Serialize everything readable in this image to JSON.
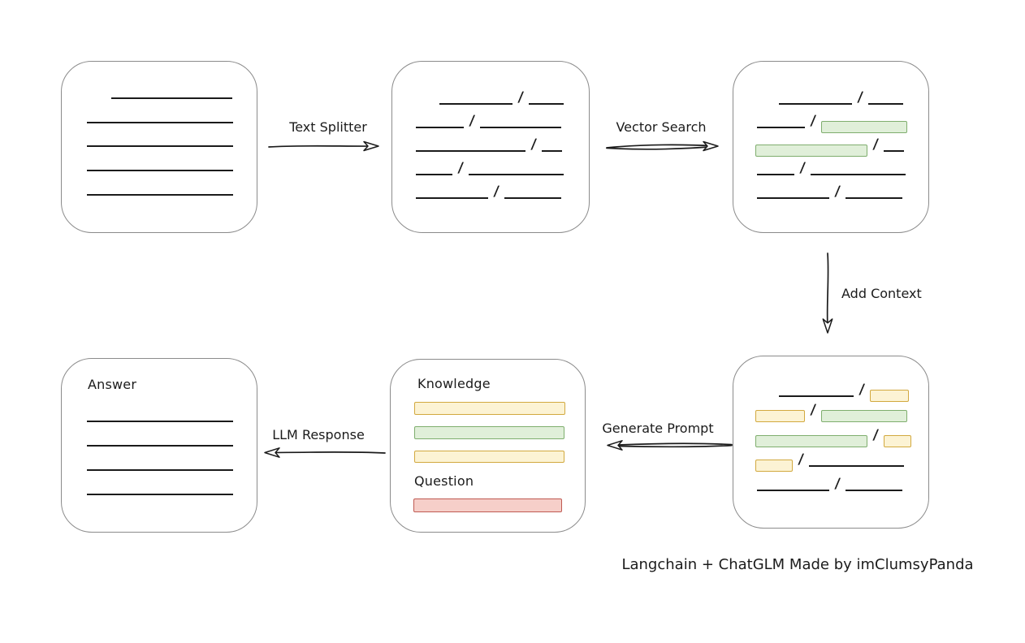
{
  "caption": "Langchain + ChatGLM Made by imClumsyPanda",
  "glyphs": {
    "slash": "/"
  },
  "colors": {
    "line": "#1b1b1b",
    "box_border": "#8b8b8b",
    "green_fill": "#e0efd9",
    "green_border": "#7fae6e",
    "yellow_fill": "#fcf3d4",
    "yellow_border": "#d2a93f",
    "red_fill": "#f6cfc9",
    "red_border": "#bf5a52"
  },
  "arrows": {
    "text_splitter": "Text Splitter",
    "vector_search": "Vector Search",
    "add_context": "Add Context",
    "generate_prompt": "Generate Prompt",
    "llm_response": "LLM Response"
  },
  "prompt_box": {
    "knowledge_label": "Knowledge",
    "question_label": "Question"
  },
  "answer_box": {
    "label": "Answer"
  }
}
